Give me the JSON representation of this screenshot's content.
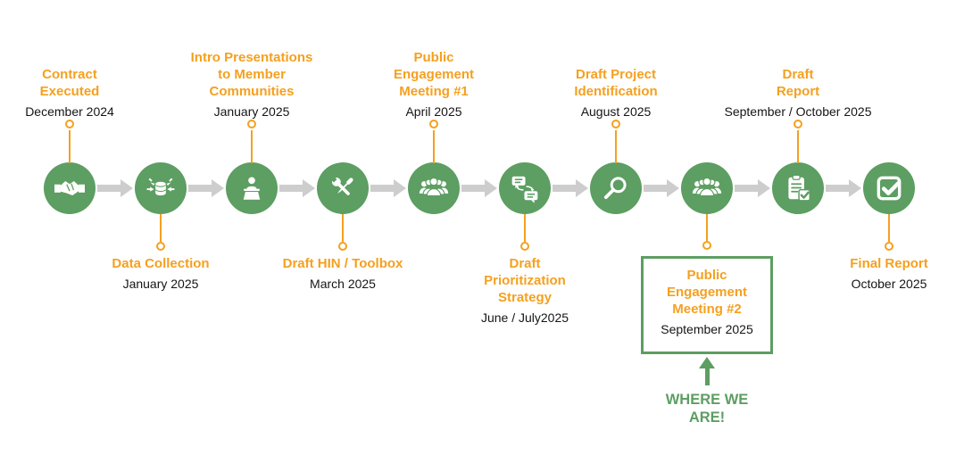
{
  "timeline": {
    "colors": {
      "node_green": "#5D9E62",
      "accent_orange": "#F5A01F",
      "arrow_gray": "#CDCDCD",
      "date_text": "#151515"
    },
    "items": [
      {
        "title": "Contract Executed",
        "date": "December 2024",
        "icon": "handshake-icon",
        "label_position": "above"
      },
      {
        "title": "Data Collection",
        "date": "January 2025",
        "icon": "data-collection-icon",
        "label_position": "below"
      },
      {
        "title": "Intro Presentations to Member Communities",
        "date": "January 2025",
        "icon": "presentation-icon",
        "label_position": "above"
      },
      {
        "title": "Draft HIN / Toolbox",
        "date": "March 2025",
        "icon": "tools-icon",
        "label_position": "below"
      },
      {
        "title": "Public Engagement Meeting #1",
        "date": "April 2025",
        "icon": "audience-icon",
        "label_position": "above"
      },
      {
        "title": "Draft Prioritization Strategy",
        "date": "June / July2025",
        "icon": "discussion-icon",
        "label_position": "below"
      },
      {
        "title": "Draft Project Identification",
        "date": "August 2025",
        "icon": "magnifier-icon",
        "label_position": "above"
      },
      {
        "title": "Public Engagement Meeting #2",
        "date": "September 2025",
        "icon": "audience-icon",
        "label_position": "below",
        "highlighted": true
      },
      {
        "title": "Draft Report",
        "date": "September / October 2025",
        "icon": "clipboard-check-icon",
        "label_position": "above"
      },
      {
        "title": "Final Report",
        "date": "October 2025",
        "icon": "checkbox-check-icon",
        "label_position": "below"
      }
    ],
    "current_status": {
      "text": "WHERE WE ARE!"
    }
  }
}
